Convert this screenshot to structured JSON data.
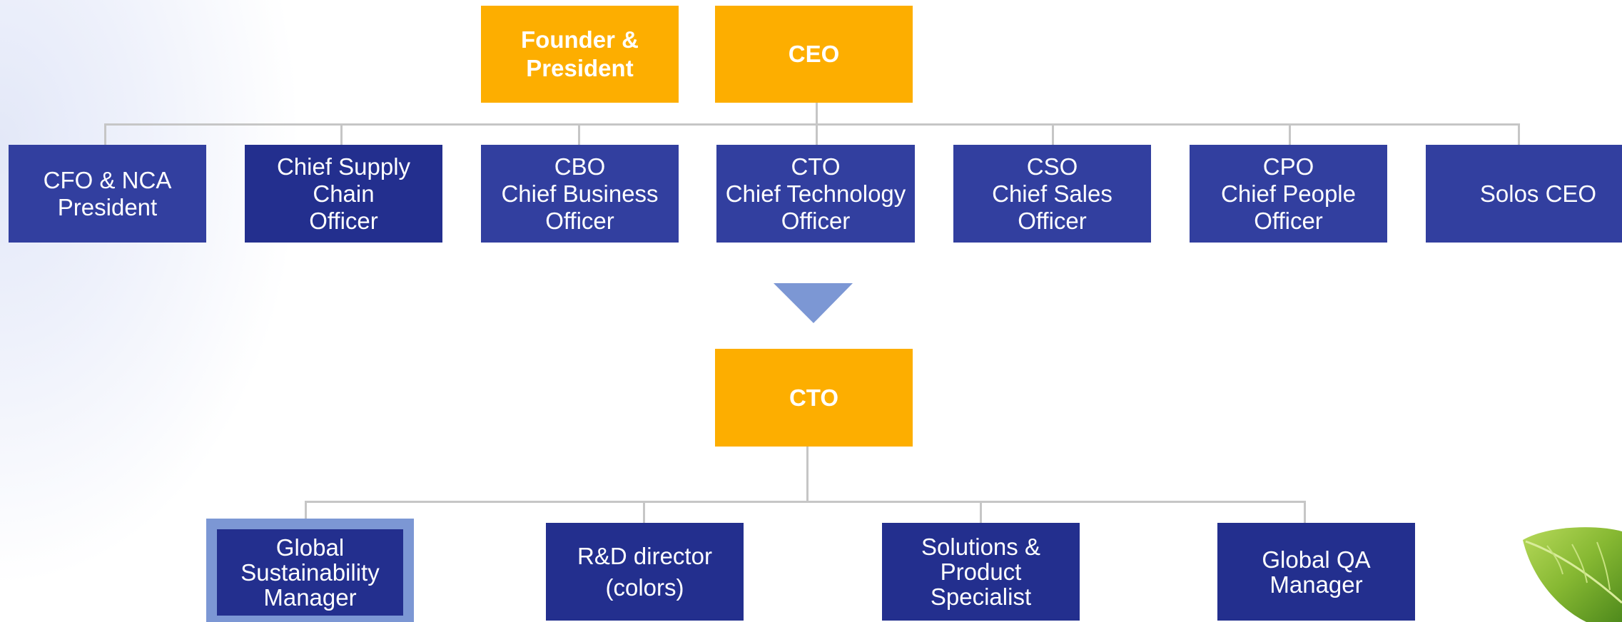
{
  "colors": {
    "executive": "#fdae00",
    "chief": "#323f9f",
    "report": "#232f8e",
    "highlight": "#7c97d4",
    "connector": "#c6c6c6",
    "arrow": "#7c97d4"
  },
  "top": {
    "founder": "Founder &\nPresident",
    "ceo": "CEO"
  },
  "chiefs": [
    "CFO & NCA\nPresident",
    "Chief Supply\nChain\nOfficer",
    "CBO\nChief Business\nOfficer",
    "CTO\nChief Technology\nOfficer",
    "CSO\nChief Sales\nOfficer",
    "CPO\nChief People\nOfficer",
    "Solos CEO"
  ],
  "cto_box": "CTO",
  "reports": [
    "Global\nSustainability\nManager",
    "R&D director\n(colors)",
    "Solutions &\nProduct\nSpecialist",
    "Global QA\nManager"
  ],
  "icons": {
    "transition_arrow": "down-triangle-icon",
    "decoration": "leaf-icon"
  }
}
